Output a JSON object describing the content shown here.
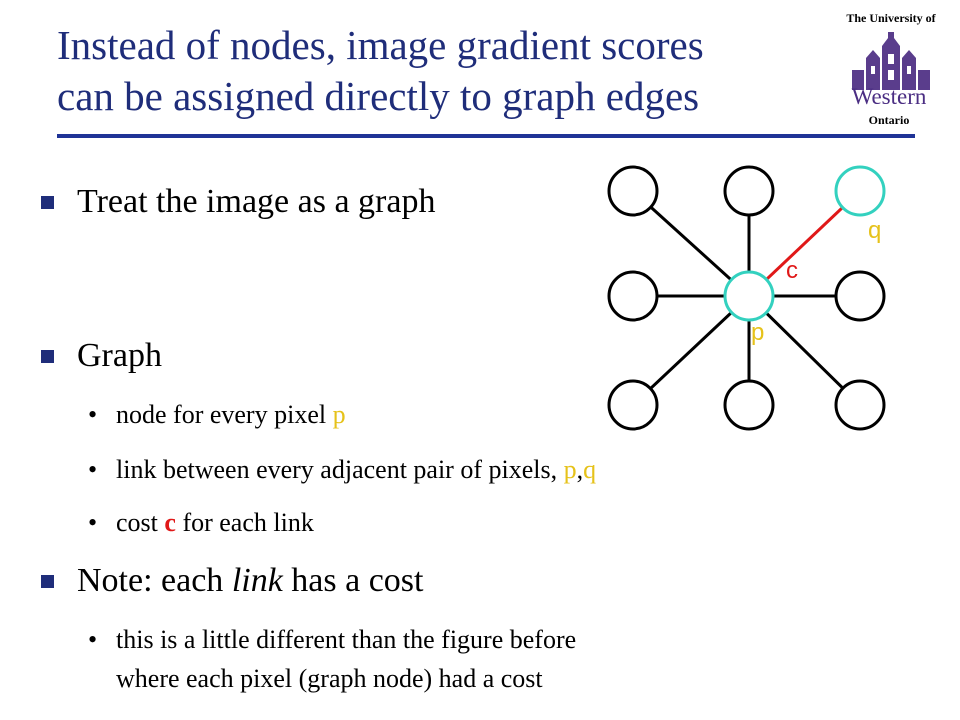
{
  "header": {
    "title_line1": "Instead of nodes, image gradient scores",
    "title_line2": "can be assigned directly to graph edges"
  },
  "logo": {
    "top": "The University of",
    "name": "Western",
    "sub": "Ontario"
  },
  "bullets": {
    "b1": "Treat the image as a graph",
    "b2": "Graph",
    "b2_sub1_text": "node for every pixel ",
    "b2_sub1_p": "p",
    "b2_sub2_text": "link between every adjacent pair of pixels, ",
    "b2_sub2_p": "p",
    "b2_sub2_comma": ",",
    "b2_sub2_q": "q",
    "b2_sub3_pre": "cost ",
    "b2_sub3_c": "c",
    "b2_sub3_post": " for each link",
    "b3_pre": "Note:  each ",
    "b3_em": "link",
    "b3_post": " has a cost",
    "b3_sub1_line1": "this is a little different than the figure before",
    "b3_sub1_line2": "where each pixel (graph node) had a cost"
  },
  "graph": {
    "label_p": "p",
    "label_q": "q",
    "label_c": "c",
    "node_color": "#000000",
    "highlight_color": "#33d1bf",
    "edge_highlight_color": "#e01818",
    "label_color": "#e6c21a"
  }
}
